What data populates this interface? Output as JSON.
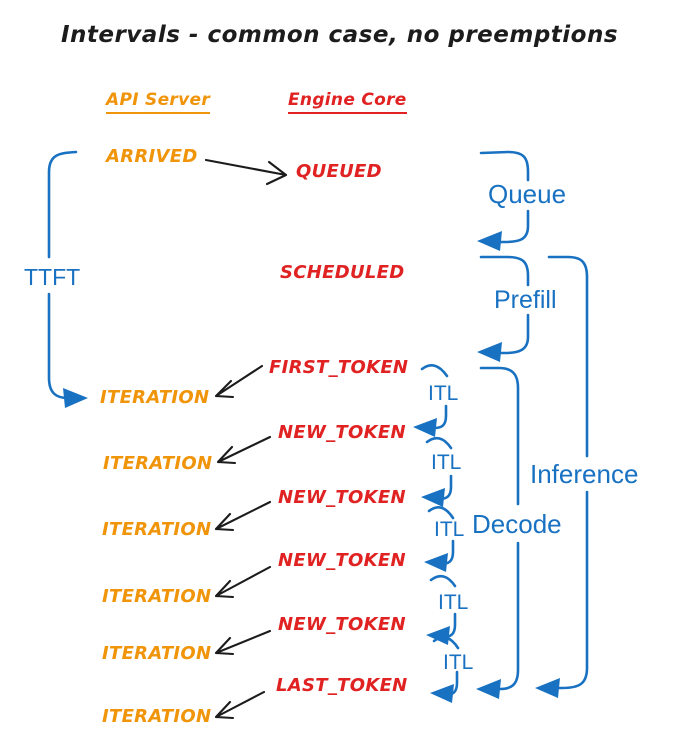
{
  "title": "Intervals - common case, no preemptions",
  "columns": {
    "api_server": "API Server",
    "engine_core": "Engine Core"
  },
  "api_events": {
    "arrived": "ARRIVED",
    "iterations": [
      "ITERATION",
      "ITERATION",
      "ITERATION",
      "ITERATION",
      "ITERATION",
      "ITERATION"
    ]
  },
  "engine_events": {
    "queued": "QUEUED",
    "scheduled": "SCHEDULED",
    "first_token": "FIRST_TOKEN",
    "new_tokens": [
      "NEW_TOKEN",
      "NEW_TOKEN",
      "NEW_TOKEN",
      "NEW_TOKEN"
    ],
    "last_token": "LAST_TOKEN"
  },
  "intervals": {
    "ttft": "TTFT",
    "queue": "Queue",
    "prefill": "Prefill",
    "itl": [
      "ITL",
      "ITL",
      "ITL",
      "ITL",
      "ITL"
    ],
    "decode": "Decode",
    "inference": "Inference"
  },
  "colors": {
    "orange": "#F0940A",
    "red": "#E02222",
    "blue": "#1971c2",
    "ink": "#1c1c1c",
    "background": "#ffffff"
  }
}
